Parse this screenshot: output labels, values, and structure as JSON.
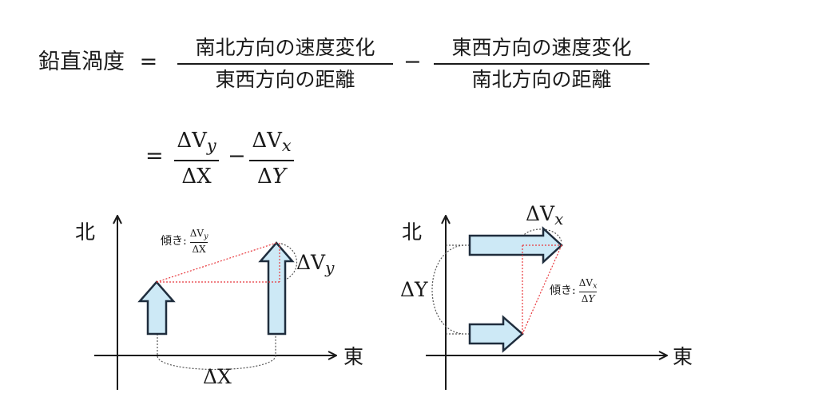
{
  "formula": {
    "lhs": "鉛直渦度",
    "eq": "=",
    "term1_num": "南北方向の速度変化",
    "term1_den": "東西方向の距離",
    "minus": "−",
    "term2_num": "東西方向の速度変化",
    "term2_den": "南北方向の距離",
    "eq2": "=",
    "delta": "Δ",
    "V": "V",
    "y": "y",
    "x": "x",
    "X": "X",
    "Y": "Y"
  },
  "left_diagram": {
    "north": "北",
    "east": "東",
    "slope_label": "傾き:",
    "dvy_label_delta": "ΔV",
    "dvy_label_sub": "y",
    "dx_label": "ΔX"
  },
  "right_diagram": {
    "north": "北",
    "east": "東",
    "slope_label": "傾き:",
    "dvx_label_delta": "ΔV",
    "dvx_label_sub": "x",
    "dy_label": "ΔY"
  },
  "colors": {
    "arrow_fill": "#cde9f6",
    "arrow_stroke": "#1f2d3d",
    "slope_line": "#e8383d",
    "guide_line": "#555555"
  }
}
